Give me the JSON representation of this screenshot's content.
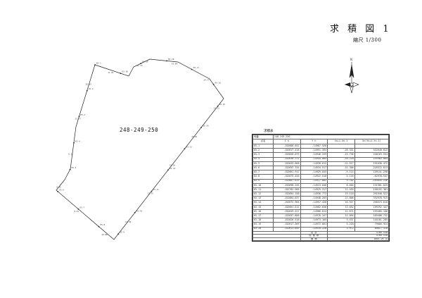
{
  "document": {
    "title": "求 積 図 1",
    "scale_text": "縮尺 1/300",
    "parcel_label": "248-249-250",
    "table_caption": "求積表",
    "table": {
      "header_label": "地番",
      "header_value": "248-249-250",
      "columns": [
        "点名",
        "X n",
        "Y n",
        "Xn+1-Xn-1",
        "Xn(Yn+1-Yn-1)"
      ],
      "rows": [
        [
          "K5-1",
          "-152608.642",
          "-14967.528",
          "",
          ""
        ],
        [
          "K5-2",
          "-152617.418",
          "-14951.394",
          "-28.341",
          "432640.812"
        ],
        [
          "K5-3",
          "-152628.075",
          "-14946.229",
          "-15.736",
          "240163.554"
        ],
        [
          "K5-4",
          "-152636.172",
          "-14944.085",
          "-10.218",
          "155983.064"
        ],
        [
          "K5-5",
          "-152643.008",
          "-14938.612",
          "-12.517",
          "191038.472"
        ],
        [
          "K5-6",
          "-152652.334",
          "-14934.917",
          "-14.306",
          "218372.613"
        ],
        [
          "K5-7",
          "-152661.917",
          "-14929.045",
          "-9.114",
          "139141.298"
        ],
        [
          "K5-8",
          "-152675.426",
          "-14922.518",
          "4.125",
          "-62978.547"
        ],
        [
          "K5-9",
          "-152687.613",
          "-14917.802",
          "9.762",
          "-149045.236"
        ],
        [
          "K5-10",
          "-152698.245",
          "-14913.046",
          "8.604",
          "131381.025"
        ],
        [
          "K5-11",
          "-152702.906",
          "-14925.317",
          "12.455",
          "190192.381"
        ],
        [
          "K5-12",
          "-152694.158",
          "-14936.772",
          "19.118",
          "291940.522"
        ],
        [
          "K5-13",
          "-152684.637",
          "-14948.203",
          "21.806",
          "332978.915"
        ],
        [
          "K5-14",
          "-152672.904",
          "-14957.428",
          "16.927",
          "258473.618"
        ],
        [
          "K5-15",
          "-152661.512",
          "-14962.036",
          "13.052",
          "199292.447"
        ],
        [
          "K5-16",
          "-152649.227",
          "-14966.814",
          "12.671",
          "193485.106"
        ],
        [
          "K5-17",
          "-152637.806",
          "-14970.347",
          "11.094",
          "169408.732"
        ],
        [
          "K5-18",
          "-152626.518",
          "-14973.105",
          "9.437",
          "144101.285"
        ],
        [
          "K5-19",
          "-152617.309",
          "-14972.661",
          "5.218",
          "79666.924"
        ],
        [
          "K5-20",
          "-152611.045",
          "-14970.228",
          "3.972",
          "60617.318"
        ]
      ],
      "summary": [
        {
          "label": "合 計",
          "value": "3766.538"
        },
        {
          "label": "倍 面 積",
          "value": "3766.538"
        },
        {
          "label": "面 積",
          "value": "1883.26 ㎡"
        }
      ]
    }
  },
  "drawing": {
    "boundary_labels": [
      "K5-1",
      "K5-2",
      "K5-3",
      "K5-4",
      "K5-5",
      "K5-6",
      "K5-7",
      "K5-8",
      "K5-9",
      "K5-10",
      "K5-11",
      "K5-12",
      "K5-13",
      "K5-14",
      "K5-15",
      "K5-16",
      "K5-17",
      "K5-18",
      "K5-19",
      "K5-20"
    ],
    "edge_lengths": [
      "20.05",
      "12.77",
      "6.11",
      "8.85",
      "8.67",
      "10.86",
      "12.45",
      "17.75",
      "33.16",
      "24.81",
      "13.21",
      "14.77",
      "14.64",
      "12.13",
      "11.81"
    ],
    "north_mark": "N"
  }
}
